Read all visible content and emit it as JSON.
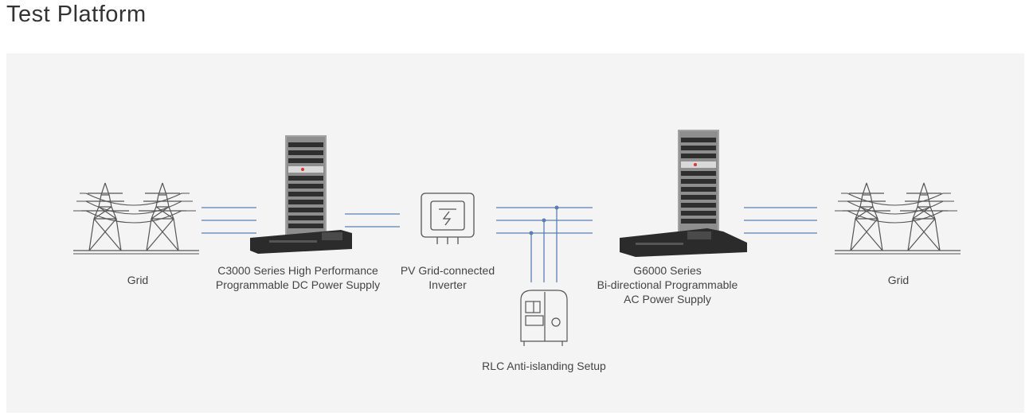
{
  "page": {
    "title": "Test Platform"
  },
  "diagram": {
    "nodes": {
      "grid_left": {
        "label": "Grid"
      },
      "dc_supply": {
        "line1": "C3000 Series High Performance",
        "line2": "Programmable DC Power Supply"
      },
      "inverter": {
        "line1": "PV Grid-connected",
        "line2": "Inverter"
      },
      "ac_supply": {
        "line1": "G6000 Series",
        "line2": "Bi-directional Programmable",
        "line3": "AC Power Supply"
      },
      "grid_right": {
        "label": "Grid"
      },
      "rlc": {
        "label": "RLC Anti-islanding Setup"
      }
    },
    "colors": {
      "connector_line": "#5b7fb5",
      "icon_stroke": "#555555",
      "panel_bg": "#f4f4f4",
      "cabinet_body": "#9a9a9a",
      "cabinet_dark": "#2f2f2f"
    }
  }
}
